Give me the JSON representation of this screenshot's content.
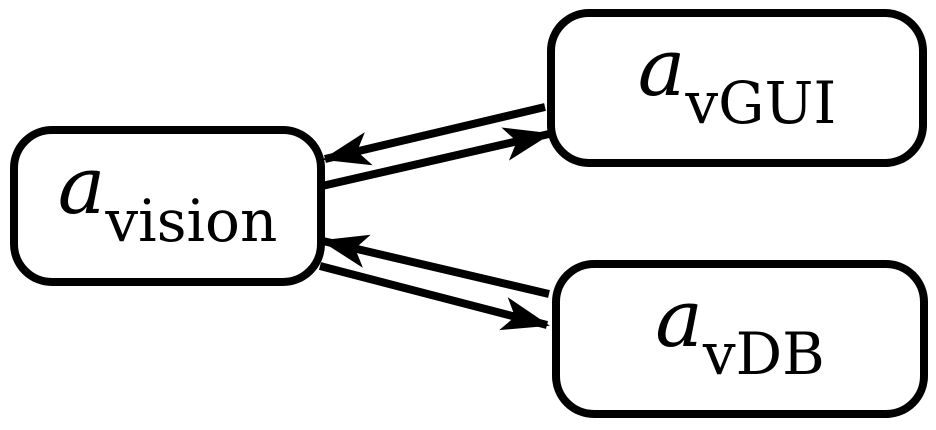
{
  "diagram": {
    "background_color": "#ffffff",
    "line_color": "#000000",
    "node_fill_color": "#ffffff",
    "node_border_color": "#000000",
    "nodes": [
      {
        "id": "vision",
        "base": "a",
        "subscript": "vision"
      },
      {
        "id": "vGUI",
        "base": "a",
        "subscript": "vGUI"
      },
      {
        "id": "vDB",
        "base": "a",
        "subscript": "vDB"
      }
    ],
    "edges": [
      {
        "from": "a_vGUI",
        "to": "a_vision",
        "style": "arrow"
      },
      {
        "from": "a_vision",
        "to": "a_vGUI",
        "style": "arrow"
      },
      {
        "from": "a_vDB",
        "to": "a_vision",
        "style": "arrow"
      },
      {
        "from": "a_vision",
        "to": "a_vDB",
        "style": "arrow"
      }
    ]
  }
}
